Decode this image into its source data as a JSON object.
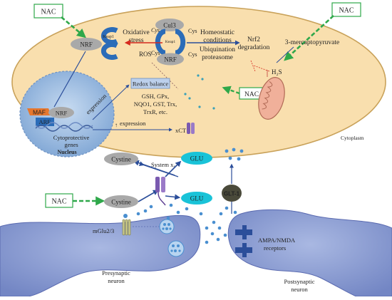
{
  "nac_boxes": {
    "top_left": "NAC",
    "top_right": "NAC",
    "middle": "NAC",
    "bottom_left": "NAC"
  },
  "cell": {
    "nrf_top": "NRF",
    "keap1_left": "Keap1",
    "keap1_right": "Keap1",
    "oxidative_stress": [
      "Oxidative",
      "stress"
    ],
    "ros": "ROS",
    "cys_top_left": "Cys",
    "cys_mid_left": "Cys",
    "cys_top_right": "Cys",
    "cys_mid_right": "Cys",
    "cul3": "Cul3",
    "nrf_complex": "NRF",
    "homeostatic": [
      "Homeostatic",
      "conditions"
    ],
    "ubiquination": [
      "Ubiquination",
      "proteasome"
    ],
    "nrf2_degradation": [
      "Nrf2",
      "degradation"
    ],
    "mercaptopyruvate": "3-mercaptopyruvate",
    "h2s": "H₂S",
    "redox_balance": "Redox balance",
    "redox_list": [
      "GSH, GPx,",
      "NQO1, GST, Trx,",
      "TrxR, etc."
    ],
    "expression_1": "expression",
    "expression_2": "expression",
    "xct": "xCT",
    "cytoplasm": "Cytoplasm",
    "maf": "MAF",
    "nrf_nucleus": "NRF",
    "are": "ARE",
    "cytoprotective": [
      "Cytoprotective",
      "genes"
    ],
    "nucleus": "Nucleus"
  },
  "synapse": {
    "cystine_top": "Cystine",
    "cystine_bottom": "Cystine",
    "system_xc": "System xₓ⁻",
    "glu_top": "GLU",
    "glu_bottom": "GLU",
    "glt1": "GLT-1",
    "mglu": "mGlu2/3",
    "ampa": [
      "AMPA/NMDA",
      "receptors"
    ],
    "presynaptic": [
      "Presynaptic",
      "neuron"
    ],
    "postsynaptic": [
      "Postsynaptic",
      "neuron"
    ]
  },
  "colors": {
    "cell_fill": "#f9dfae",
    "cell_stroke": "#c9a25a",
    "nucleus_fill": "#8fb3dc",
    "neuron_fill": "#8c9fd4",
    "nac_green": "#2fa84a",
    "glu_cyan": "#19c3d8",
    "pill_grey": "#a9a9a9",
    "ros_red": "#d62a1e",
    "keap_blue": "#2b6cb8",
    "dot_blue": "#4a8fd0"
  }
}
